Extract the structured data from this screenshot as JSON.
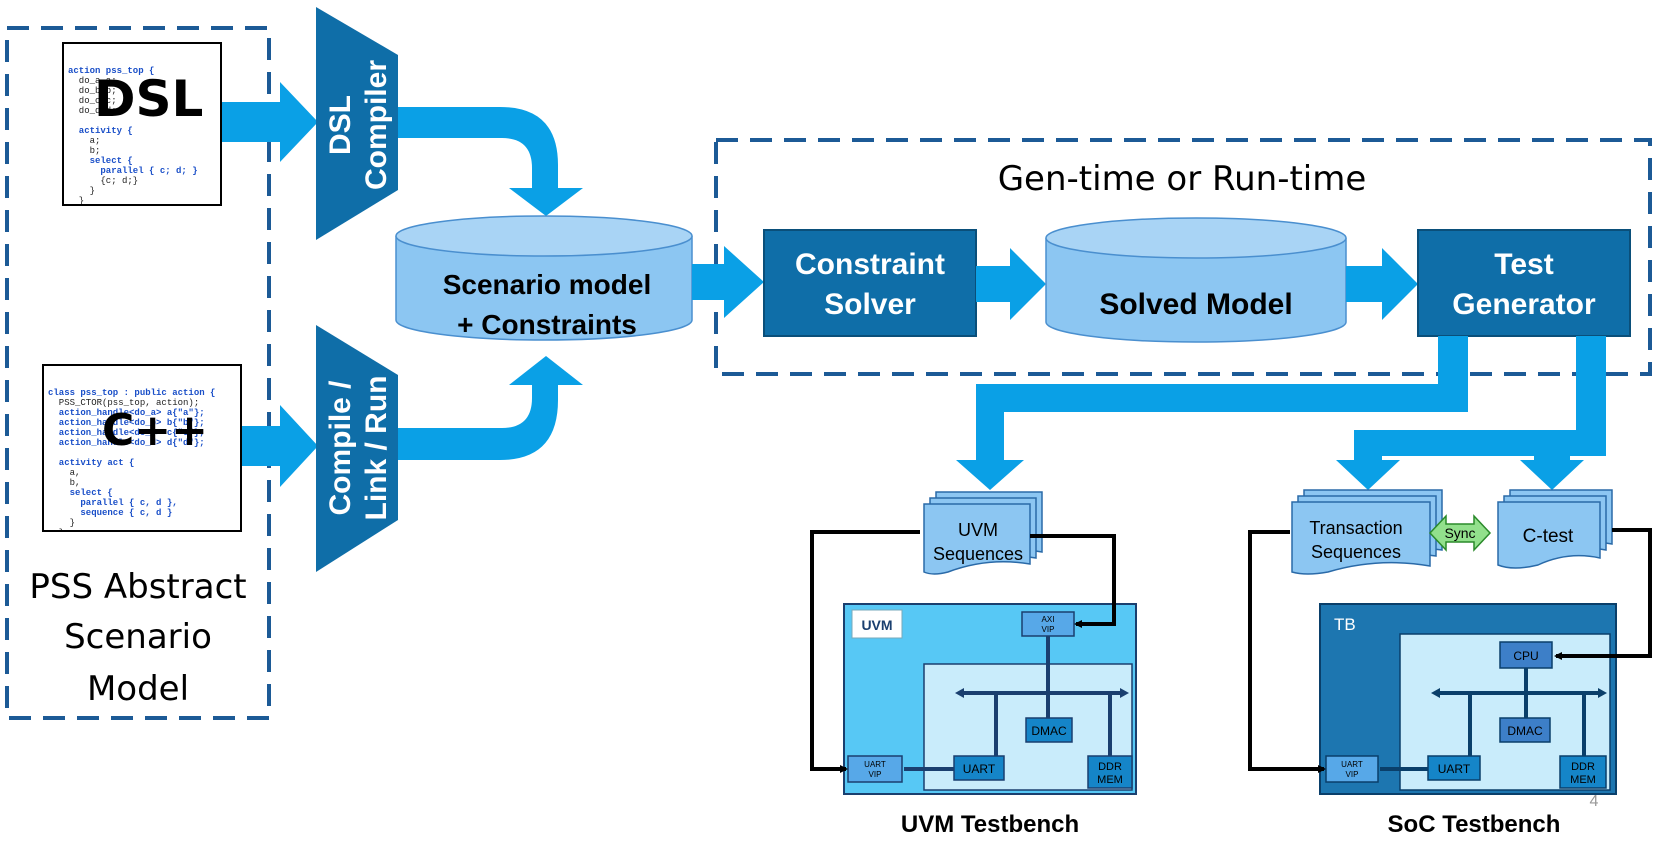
{
  "dsl_code_lines": [
    "action pss_top {",
    "  do_a a;",
    "  do_b b;",
    "  do_c c;",
    "  do_d d;",
    "",
    "  activity {",
    "    a;",
    "    b;",
    "    select {",
    "      parallel { c; d; }",
    "      {c; d;}",
    "    }",
    "  }",
    "}"
  ],
  "cpp_code_lines": [
    "class pss_top : public action {",
    "  PSS_CTOR(pss_top, action);",
    "  action_handle<do_a> a{\"a\"};",
    "  action_handle<do_b> b{\"b\"};",
    "  action_handle<do_c> c{\"c\"};",
    "  action_handle<do_d> d{\"d\"};",
    "",
    "  activity act {",
    "    a,",
    "    b,",
    "    select {",
    "      parallel { c, d },",
    "      sequence { c, d }",
    "    }",
    "  }",
    "}"
  ],
  "dsl_label": "DSL",
  "cpp_label": "C++",
  "pss_caption": [
    "PSS Abstract",
    "Scenario",
    "Model"
  ],
  "dsl_compiler": [
    "DSL",
    "Compiler"
  ],
  "compile_link": [
    "Compile /",
    "Link / Run"
  ],
  "scenario_model": [
    "Scenario model",
    "+ Constraints"
  ],
  "gen_time_label": "Gen-time or Run-time",
  "constraint_solver": [
    "Constraint",
    "Solver"
  ],
  "solved_model": "Solved Model",
  "test_generator": [
    "Test",
    "Generator"
  ],
  "uvm_sequences": [
    "UVM",
    "Sequences"
  ],
  "transaction_sequences": [
    "Transaction",
    "Sequences"
  ],
  "sync_label": "Sync",
  "ctest_label": "C-test",
  "uvm_logo": "UVM",
  "axi_vip": [
    "AXI",
    "VIP"
  ],
  "dmac": "DMAC",
  "uart": "UART",
  "uart_vip": [
    "UART",
    "VIP"
  ],
  "ddr_mem": [
    "DDR",
    "MEM"
  ],
  "tb_label": "TB",
  "cpu_label": "CPU",
  "uvm_testbench": "UVM Testbench",
  "soc_testbench": "SoC Testbench",
  "page_number": "4",
  "colors": {
    "arrow": "#0aa0e6",
    "dark_blue": "#0f6ea8",
    "dashed": "#1c5a96",
    "cylinder": "#8cc6f2",
    "uvm_bg": "#57c8f5",
    "soc_bg": "#1d76b0",
    "inner": "#c9ecfb"
  }
}
